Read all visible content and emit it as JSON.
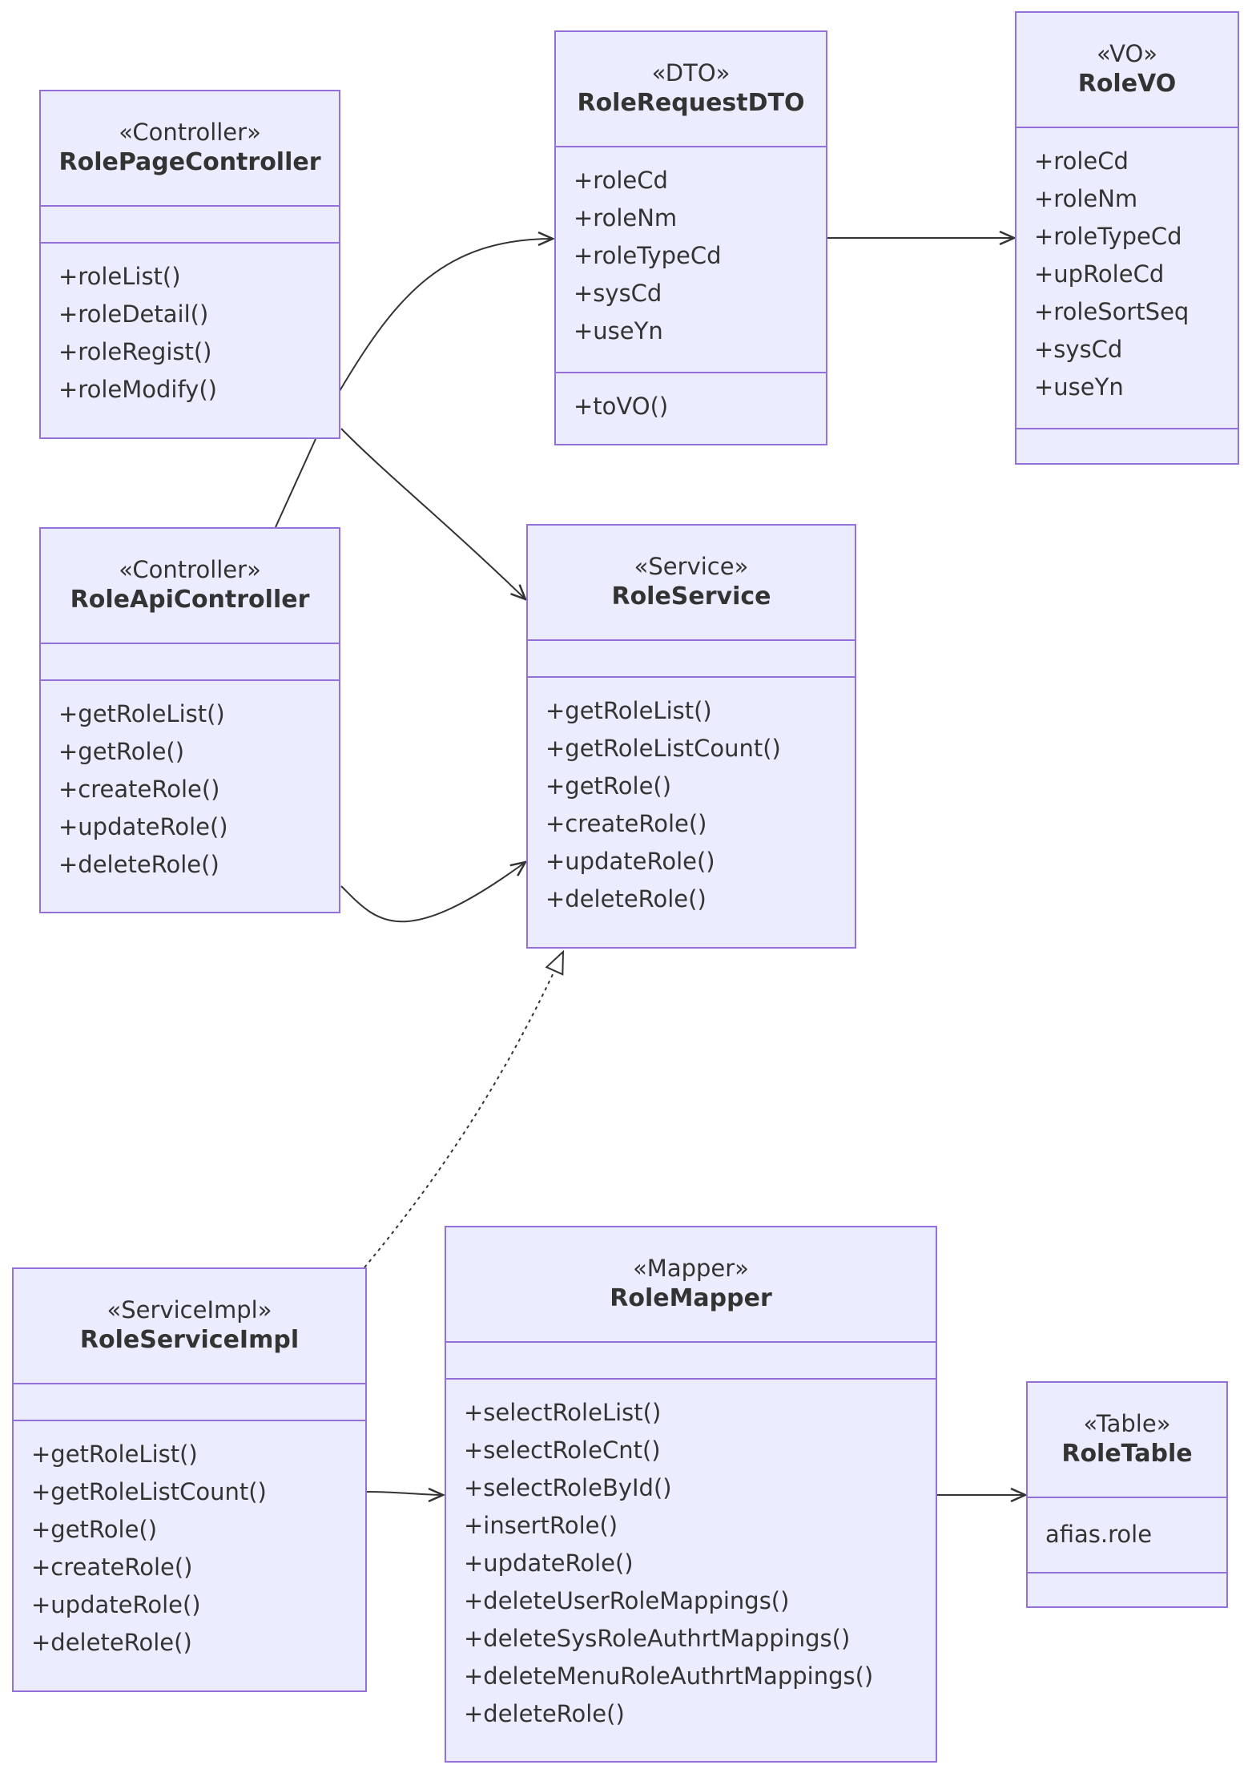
{
  "colors": {
    "node_fill": "#ECECFF",
    "node_border": "#9370DB",
    "edge": "#333333",
    "text": "#333333"
  },
  "classes": [
    {
      "id": "RolePageController",
      "stereotype": "«Controller»",
      "name": "RolePageController",
      "attributes": [],
      "methods": [
        "+roleList()",
        "+roleDetail()",
        "+roleRegist()",
        "+roleModify()"
      ]
    },
    {
      "id": "RoleRequestDTO",
      "stereotype": "«DTO»",
      "name": "RoleRequestDTO",
      "attributes": [
        "+roleCd",
        "+roleNm",
        "+roleTypeCd",
        "+sysCd",
        "+useYn"
      ],
      "methods": [
        "+toVO()"
      ]
    },
    {
      "id": "RoleVO",
      "stereotype": "«VO»",
      "name": "RoleVO",
      "attributes": [
        "+roleCd",
        "+roleNm",
        "+roleTypeCd",
        "+upRoleCd",
        "+roleSortSeq",
        "+sysCd",
        "+useYn"
      ],
      "methods": []
    },
    {
      "id": "RoleApiController",
      "stereotype": "«Controller»",
      "name": "RoleApiController",
      "attributes": [],
      "methods": [
        "+getRoleList()",
        "+getRole()",
        "+createRole()",
        "+updateRole()",
        "+deleteRole()"
      ]
    },
    {
      "id": "RoleService",
      "stereotype": "«Service»",
      "name": "RoleService",
      "attributes": [],
      "methods": [
        "+getRoleList()",
        "+getRoleListCount()",
        "+getRole()",
        "+createRole()",
        "+updateRole()",
        "+deleteRole()"
      ]
    },
    {
      "id": "RoleServiceImpl",
      "stereotype": "«ServiceImpl»",
      "name": "RoleServiceImpl",
      "attributes": [],
      "methods": [
        "+getRoleList()",
        "+getRoleListCount()",
        "+getRole()",
        "+createRole()",
        "+updateRole()",
        "+deleteRole()"
      ]
    },
    {
      "id": "RoleMapper",
      "stereotype": "«Mapper»",
      "name": "RoleMapper",
      "attributes": [],
      "methods": [
        "+selectRoleList()",
        "+selectRoleCnt()",
        "+selectRoleById()",
        "+insertRole()",
        "+updateRole()",
        "+deleteUserRoleMappings()",
        "+deleteSysRoleAuthrtMappings()",
        "+deleteMenuRoleAuthrtMappings()",
        "+deleteRole()"
      ]
    },
    {
      "id": "RoleTable",
      "stereotype": "«Table»",
      "name": "RoleTable",
      "attributes": [
        "afias.role"
      ],
      "methods": []
    }
  ],
  "relations": [
    {
      "from": "RolePageController",
      "to": "RoleRequestDTO",
      "type": "dependency"
    },
    {
      "from": "RoleRequestDTO",
      "to": "RoleVO",
      "type": "dependency"
    },
    {
      "from": "RolePageController",
      "to": "RoleService",
      "type": "dependency"
    },
    {
      "from": "RolePageController",
      "to": "RoleApiController",
      "type": "link"
    },
    {
      "from": "RoleApiController",
      "to": "RoleService",
      "type": "dependency"
    },
    {
      "from": "RoleServiceImpl",
      "to": "RoleService",
      "type": "realization"
    },
    {
      "from": "RoleServiceImpl",
      "to": "RoleMapper",
      "type": "dependency"
    },
    {
      "from": "RoleMapper",
      "to": "RoleTable",
      "type": "dependency"
    }
  ]
}
